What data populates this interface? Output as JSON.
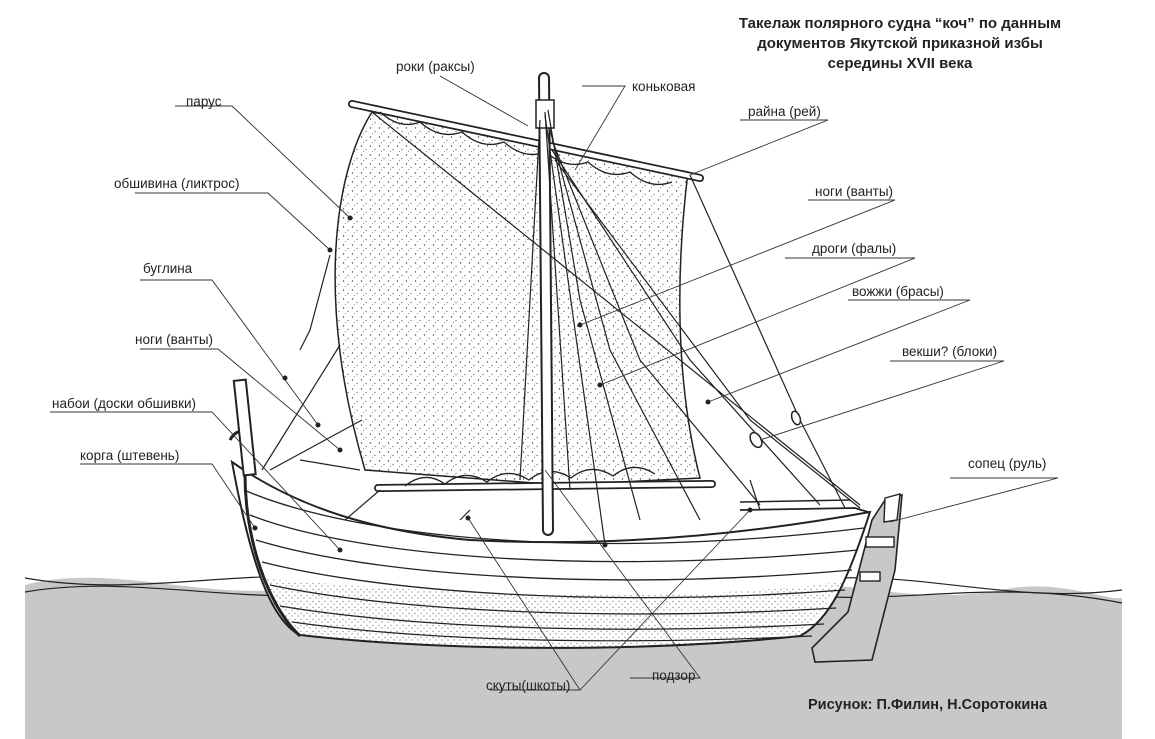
{
  "title": {
    "line1": "Такелаж полярного судна “коч” по данным",
    "line2": "документов Якутской приказной избы",
    "line3": "середины XVII века"
  },
  "credit": "Рисунок: П.Филин, Н.Соротокина",
  "labels": {
    "roki": "роки (раксы)",
    "konkovaya": "коньковая",
    "parus": "парус",
    "raina": "райна (рей)",
    "obshivina": "обшивина (ликтрос)",
    "nogi_right": "ноги (ванты)",
    "drogi": "дроги (фалы)",
    "buglina": "буглина",
    "vozhzhi": "вожжи (брасы)",
    "nogi_left": "ноги (ванты)",
    "veksh": "векши? (блоки)",
    "naboi": "набои (доски обшивки)",
    "korga": "корга (штевень)",
    "sopets": "сопец (руль)",
    "skuty": "скуты(шкоты)",
    "podzor": "подзор"
  },
  "colors": {
    "sea": "#c8c8c8",
    "ink": "#222222",
    "background": "#ffffff"
  }
}
